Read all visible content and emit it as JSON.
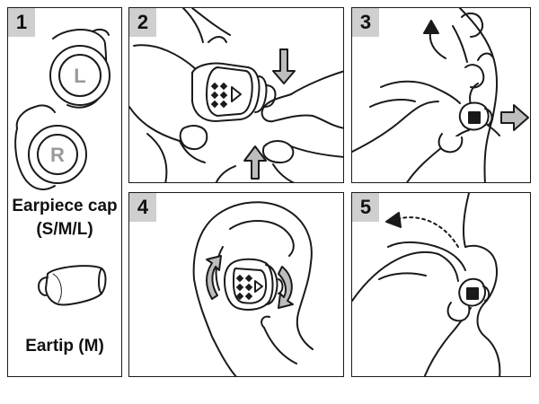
{
  "steps": [
    {
      "number": "1"
    },
    {
      "number": "2"
    },
    {
      "number": "3"
    },
    {
      "number": "4"
    },
    {
      "number": "5"
    }
  ],
  "parts": {
    "left_label": "L",
    "right_label": "R",
    "cap_caption_line1": "Earpiece cap",
    "cap_caption_line2": "(S/M/L)",
    "eartip_caption": "Eartip (M)"
  },
  "colors": {
    "line": "#1a1a1a",
    "badge": "#cfcfcf",
    "arrow_fill": "#bdbdbd"
  }
}
